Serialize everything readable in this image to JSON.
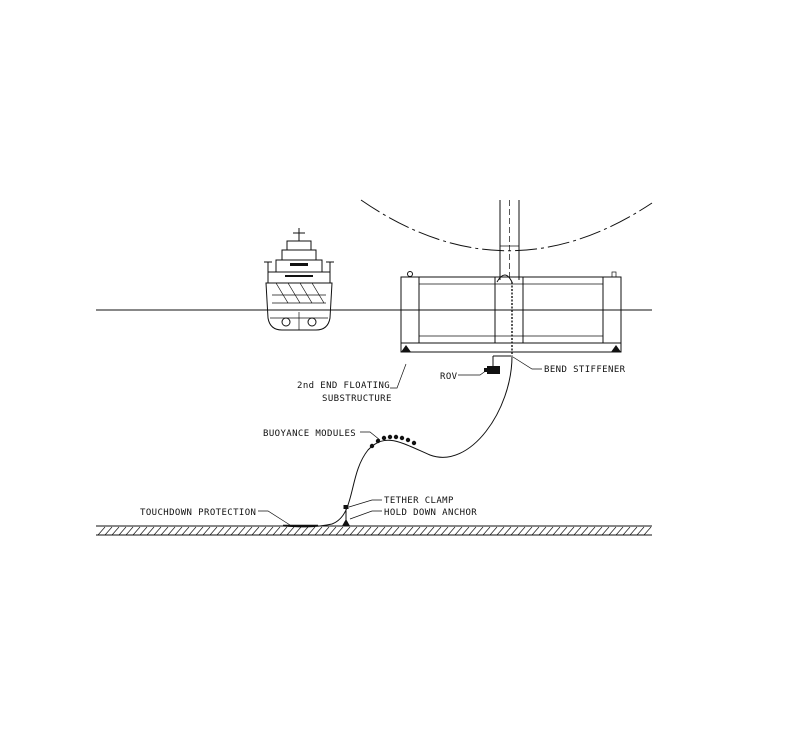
{
  "labels": {
    "rov": "ROV",
    "bend_stiffener": "BEND STIFFENER",
    "substructure_line1": "2nd END FLOATING",
    "substructure_line2": "SUBSTRUCTURE",
    "buoyancy_modules": "BUOYANCE MODULES",
    "tether_clamp": "TETHER CLAMP",
    "hold_down_anchor": "HOLD DOWN ANCHOR",
    "touchdown_protection": "TOUCHDOWN PROTECTION"
  },
  "colors": {
    "line": "#111111",
    "background": "#ffffff"
  }
}
